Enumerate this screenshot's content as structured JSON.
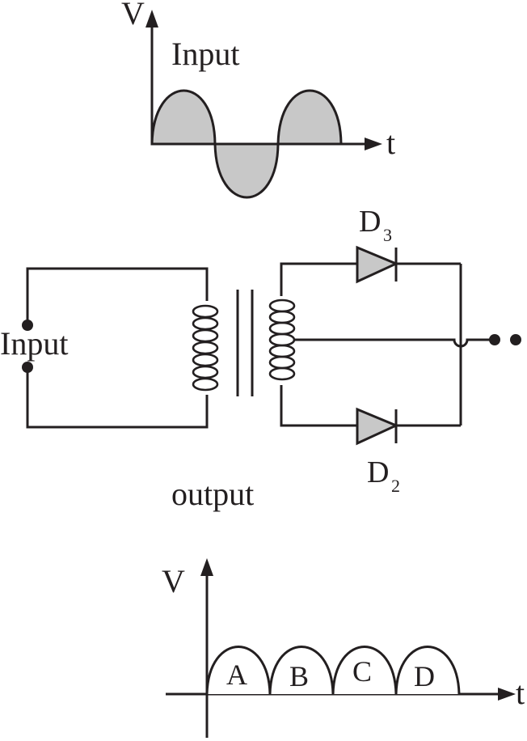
{
  "input_graph": {
    "axis_v": "V",
    "axis_t": "t",
    "title": "Input"
  },
  "circuit": {
    "input_label": "Input",
    "diode_top": {
      "base": "D",
      "sub": "3"
    },
    "diode_bottom": {
      "base": "D",
      "sub": "2"
    },
    "caption": "output"
  },
  "output_graph": {
    "axis_v": "V",
    "axis_t": "t",
    "humps": [
      "A",
      "B",
      "C",
      "D"
    ]
  },
  "colors": {
    "ink": "#231f20",
    "shade": "#c8c8c8"
  }
}
